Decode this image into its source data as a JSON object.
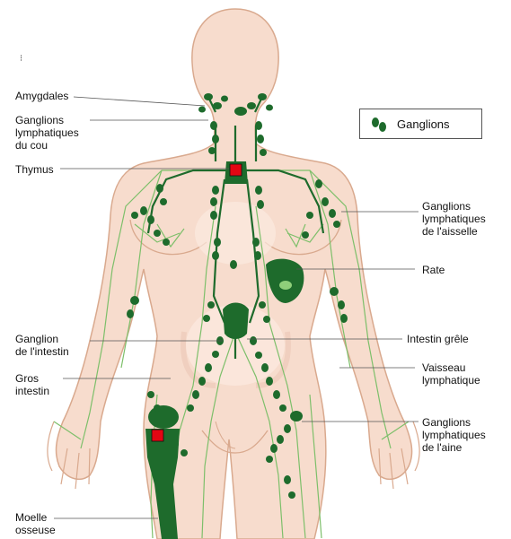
{
  "labels": {
    "amygdales": "Amygdales",
    "ganglions_cou": "Ganglions\nlymphatiques\ndu cou",
    "thymus": "Thymus",
    "ganglion_intestin": "Ganglion\nde l'intestin",
    "gros_intestin": "Gros\nintestin",
    "moelle": "Moelle\nosseuse",
    "ganglions_aisselle": "Ganglions\nlymphatiques\nde l'aisselle",
    "rate": "Rate",
    "intestin_grele": "Intestin grêle",
    "vaisseau": "Vaisseau\nlymphatique",
    "ganglions_aine": "Ganglions\nlymphatiques\nde l'aine"
  },
  "legend": {
    "label": "Ganglions"
  },
  "stray_mark": "⁝",
  "colors": {
    "lymph": "#1e6b2c",
    "vessel": "#7dbf6a",
    "skin": "#f7dccd",
    "skin_outline": "#d9a98e",
    "marker": "#e30613"
  }
}
